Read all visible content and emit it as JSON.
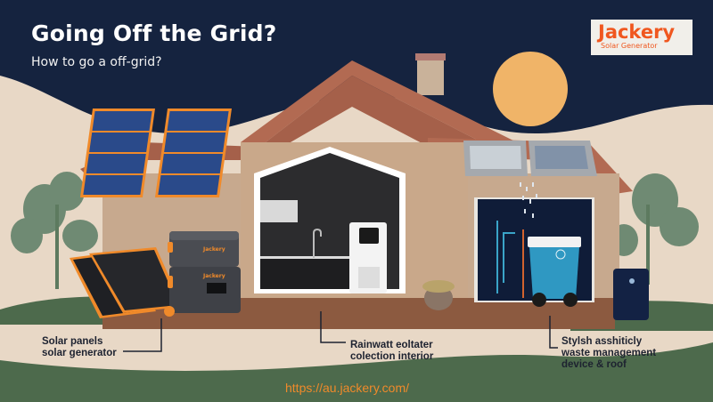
{
  "header": {
    "title": "Going Off the Grid?",
    "subtitle": "How to go a off-grid?"
  },
  "logo": {
    "brand": "Jackery",
    "tagline": "Solar Generator",
    "color": "#f0571f"
  },
  "captions": {
    "left": {
      "line1": "Solar panels",
      "line2": "solar generator"
    },
    "middle": {
      "line1": "Rainwatt eoltater",
      "line2": "colection interior"
    },
    "right": {
      "line1": "Stylsh asshiticly",
      "line2": "waste management",
      "line3": "device & roof"
    }
  },
  "footer": {
    "url": "https://au.jackery.com/",
    "url_color": "#f08a2a"
  },
  "colors": {
    "sky": "#15233f",
    "sand": "#e8d8c6",
    "grass": "#4d6a4c",
    "sun": "#f0b468",
    "roof": "#b26a52",
    "panel_frame": "#f08a2a",
    "panel_cell": "#2a4a8a"
  }
}
